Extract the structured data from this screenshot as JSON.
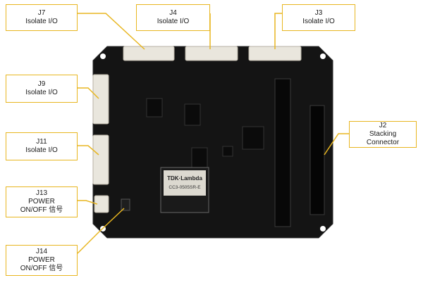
{
  "callouts": {
    "j7": {
      "ref": "J7",
      "desc": "Isolate I/O"
    },
    "j4": {
      "ref": "J4",
      "desc": "Isolate I/O"
    },
    "j3": {
      "ref": "J3",
      "desc": "Isolate I/O"
    },
    "j9": {
      "ref": "J9",
      "desc": "Isolate I/O"
    },
    "j11": {
      "ref": "J11",
      "desc": "Isolate I/O"
    },
    "j2": {
      "ref": "J2",
      "desc": "Stacking",
      "desc2": "Connector"
    },
    "j13": {
      "ref": "J13",
      "desc": "POWER",
      "desc2": "ON/OFF 信号"
    },
    "j14": {
      "ref": "J14",
      "desc": "POWER",
      "desc2": "ON/OFF 信号"
    }
  },
  "board": {
    "module_brand": "TDK·Lambda",
    "module_part": "CC3-0505SR-E"
  },
  "colors": {
    "callout_border": "#e8b620",
    "leader_line": "#e8b620",
    "pcb": "#141414",
    "connector": "#e9e6dd"
  }
}
